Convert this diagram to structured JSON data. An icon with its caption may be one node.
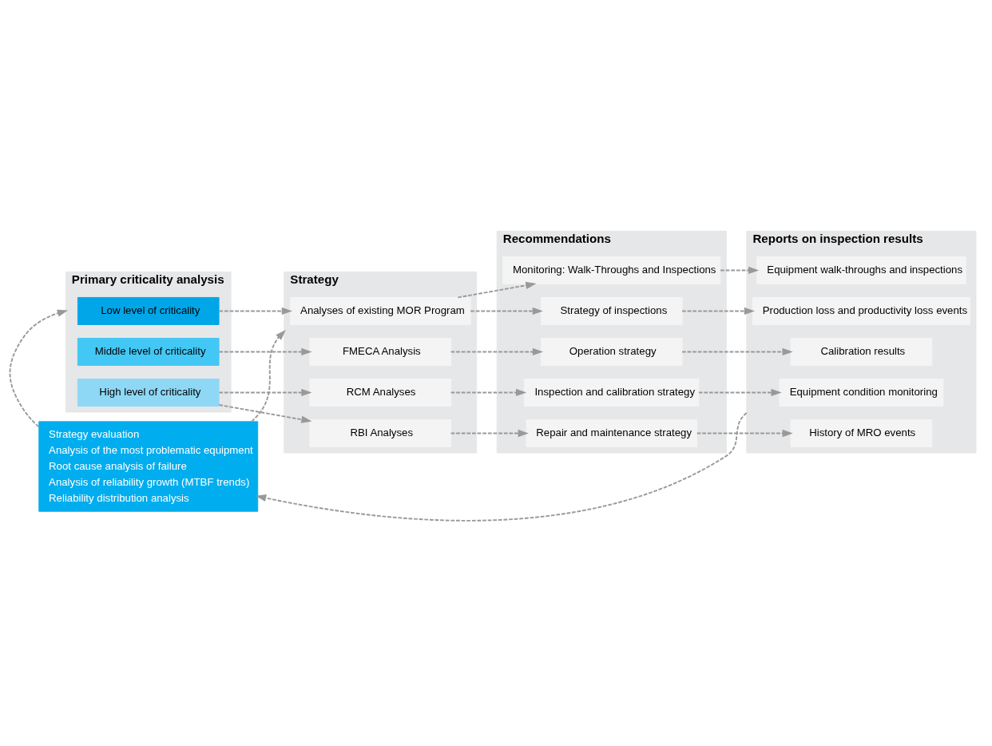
{
  "diagram": {
    "nodes": [
      {
        "text": [
          "Primary criticality analysis"
        ]
      },
      {
        "text": [
          "Low level of criticality"
        ],
        "in": 0
      },
      {
        "text": [
          "Middle level of criticality"
        ],
        "in": 0
      },
      {
        "text": [
          "High level of criticality"
        ],
        "in": 0
      },
      {
        "text": [
          "Strategy"
        ]
      },
      {
        "text": [
          "Analyses of existing MOR Program"
        ],
        "in": 4
      },
      {
        "text": [
          "FMECA Analysis"
        ],
        "in": 4
      },
      {
        "text": [
          "RCM Analyses"
        ],
        "in": 4
      },
      {
        "text": [
          "RBI Analyses"
        ],
        "in": 4
      },
      {
        "text": [
          "Recommendations"
        ]
      },
      {
        "text": [
          "Strategy of inspections"
        ],
        "in": 9
      },
      {
        "text": [
          "Operation strategy"
        ],
        "in": 9
      },
      {
        "text": [
          "Inspection and calibration strategy"
        ],
        "in": 9
      },
      {
        "text": [
          "Repair and maintenance strategy"
        ],
        "in": 9
      },
      {
        "text": [
          "Monitoring: Walk-Throughs and Inspections"
        ],
        "in": 9
      },
      {
        "text": [
          "Reports on inspection results"
        ]
      },
      {
        "text": [
          "Production loss and productivity loss events"
        ],
        "in": 15
      },
      {
        "text": [
          "Calibration results"
        ],
        "in": 15
      },
      {
        "text": [
          "Equipment condition monitoring"
        ],
        "in": 15
      },
      {
        "text": [
          "History of MRO events"
        ],
        "in": 15
      },
      {
        "text": [
          "Equipment walk-throughs and inspections"
        ],
        "in": 15
      },
      {
        "text": [
          "Strategy evaluation",
          "Analysis of the most problematic equipment",
          "Root cause analysis of failure",
          "Analysis of reliability growth (MTBF trends)",
          "Reliability distribution analysis"
        ]
      }
    ],
    "edges": [
      {
        "from": 1,
        "to": 5,
        "arrow": "to",
        "style": "dashed"
      },
      {
        "from": 2,
        "to": 6,
        "arrow": "to",
        "style": "dashed"
      },
      {
        "from": 3,
        "to": 7,
        "arrow": "to",
        "style": "dashed"
      },
      {
        "from": 3,
        "to": 8,
        "arrow": "to",
        "style": "dashed"
      },
      {
        "from": 5,
        "to": 10,
        "arrow": "to",
        "style": "dashed"
      },
      {
        "from": 6,
        "to": 11,
        "arrow": "to",
        "style": "dashed"
      },
      {
        "from": 7,
        "to": 12,
        "arrow": "to",
        "style": "dashed"
      },
      {
        "from": 8,
        "to": 13,
        "arrow": "to",
        "style": "dashed"
      },
      {
        "from": 5,
        "to": 14,
        "arrow": "to",
        "style": "dashed"
      },
      {
        "from": 10,
        "to": 16,
        "arrow": "to",
        "style": "dashed"
      },
      {
        "from": 11,
        "to": 17,
        "arrow": "to",
        "style": "dashed"
      },
      {
        "from": 12,
        "to": 18,
        "arrow": "to",
        "style": "dashed"
      },
      {
        "from": 13,
        "to": 19,
        "arrow": "to",
        "style": "dashed"
      },
      {
        "from": 14,
        "to": 20,
        "arrow": "to",
        "style": "dashed"
      },
      {
        "from": 15,
        "to": 21,
        "arrow": "to",
        "style": "dashed"
      },
      {
        "from": 21,
        "to": 4,
        "arrow": "to",
        "style": "dashed"
      },
      {
        "from": 21,
        "to": 0,
        "arrow": "to",
        "style": "dashed"
      }
    ]
  }
}
